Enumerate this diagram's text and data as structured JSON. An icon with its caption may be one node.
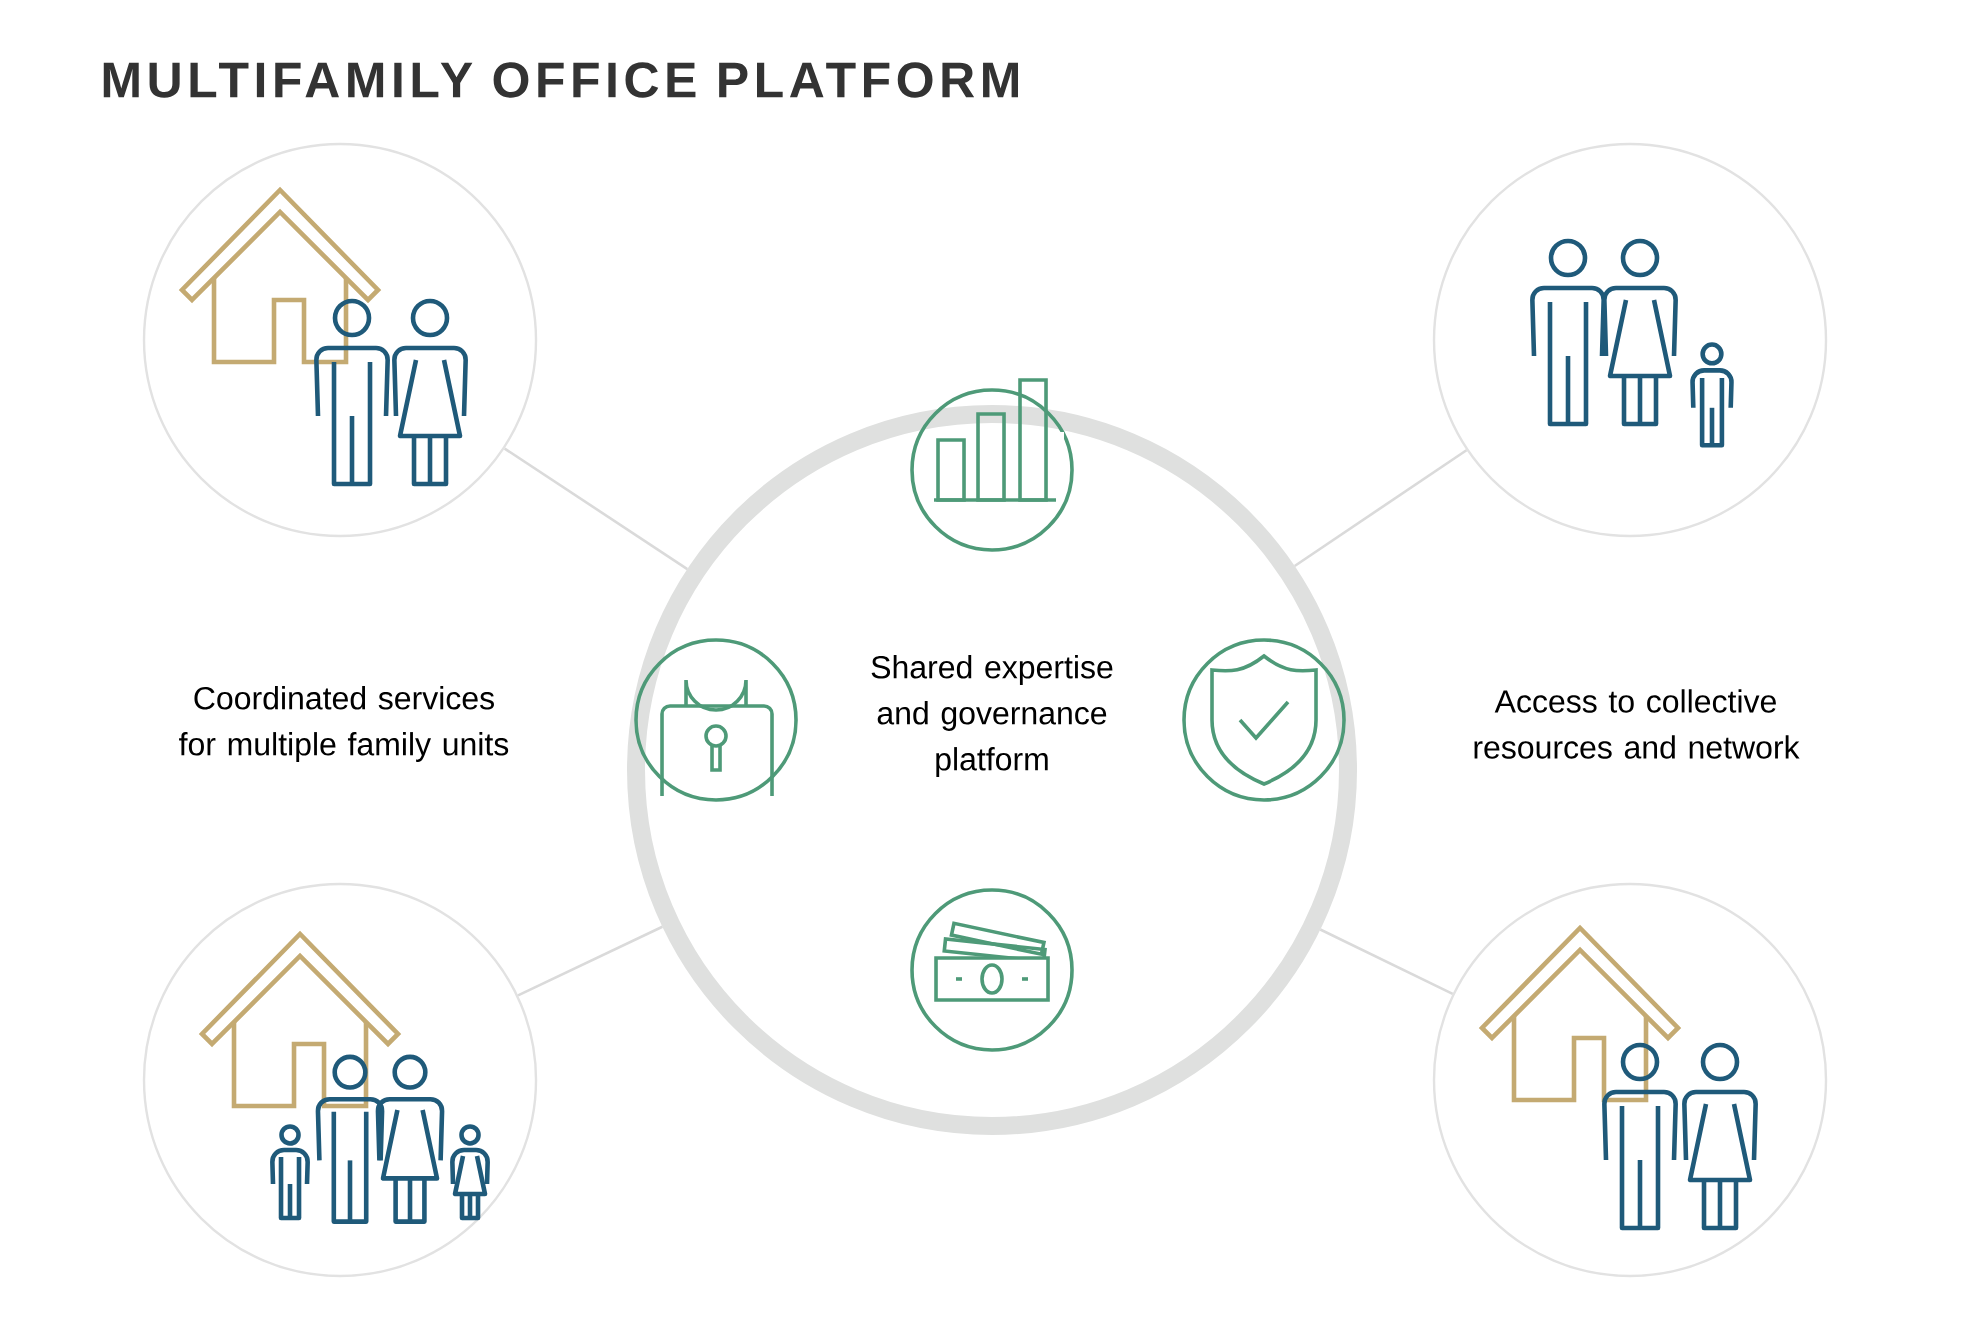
{
  "diagram": {
    "title": "MULTIFAMILY OFFICE PLATFORM",
    "nodes": [
      {
        "text": [
          "Shared expertise and governance platform"
        ]
      },
      {
        "text": [],
        "shape": "circle"
      },
      {
        "text": [],
        "shape": "circle"
      },
      {
        "text": [],
        "shape": "circle"
      },
      {
        "text": [],
        "shape": "circle"
      }
    ],
    "edges": [
      {
        "from": 1,
        "to": 0,
        "arrow": "none"
      },
      {
        "from": 2,
        "to": 0,
        "arrow": "none"
      },
      {
        "from": 3,
        "to": 0,
        "arrow": "none"
      },
      {
        "from": 4,
        "to": 0,
        "arrow": "none"
      }
    ],
    "labels": [
      "Coordinated services for multiple family units",
      "Access to collective resources and network"
    ]
  }
}
